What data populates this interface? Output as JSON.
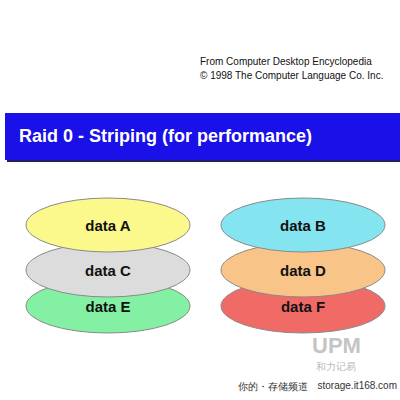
{
  "diagram": {
    "nodes": [
      {
        "text": [
          "Raid 0 - Striping (for performance)"
        ]
      },
      {
        "text": [
          "data A"
        ]
      },
      {
        "text": [
          "data B"
        ]
      },
      {
        "text": [
          "data C"
        ]
      },
      {
        "text": [
          "data D"
        ]
      },
      {
        "text": [
          "data E"
        ]
      },
      {
        "text": [
          "data F"
        ]
      }
    ],
    "labels": [
      "From Computer Desktop Encyclopedia",
      "© 1998 The Computer Language Co. Inc.",
      "UPM",
      "和力记易",
      "你的・存储频道",
      "storage.it168.com"
    ]
  }
}
